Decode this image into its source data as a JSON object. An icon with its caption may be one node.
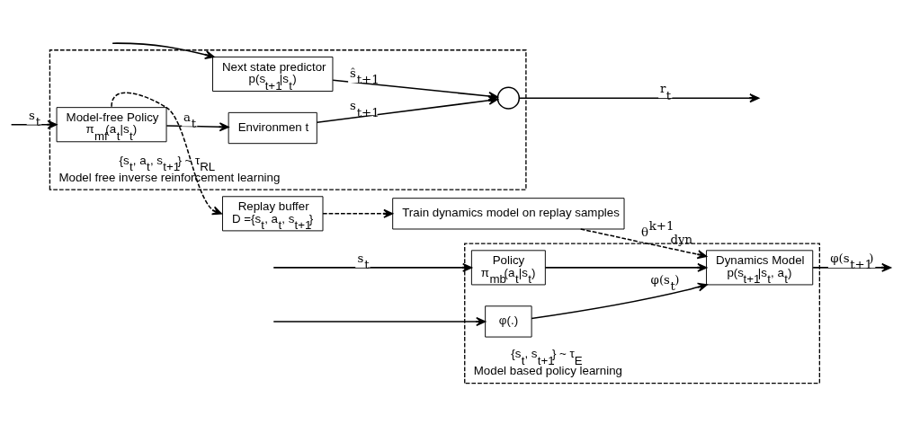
{
  "diagram": {
    "nodes": [
      {
        "text": [
          "{s$_{t}$, a$_{t}$, s$_{t+1}$} ~ τ$_{RL}$",
          "Model free inverse reinforcement learning"
        ]
      },
      {
        "text": [
          "Model-free Policy",
          "π$_{mf}$(a$_{t}$|s$_{t}$)"
        ],
        "in": 0
      },
      {
        "text": [
          "Environmen t"
        ],
        "in": 0
      },
      {
        "text": [
          "Next state predictor",
          "p(s$_{t+1}$|s$_{t}$)"
        ],
        "in": 0
      },
      {
        "text": [],
        "shape": "circle",
        "in": 0
      },
      {
        "text": [
          "Replay buffer",
          "D ={s$_{t}$, a$_{t}$, s$_{t+1}$}"
        ]
      },
      {
        "text": [
          "Train dynamics model on replay samples"
        ]
      },
      {
        "text": [
          "{s$_{t}$, s$_{t+1}$} ~ τ$_{E}$",
          "Model based policy learning"
        ]
      },
      {
        "text": [
          "Policy",
          "π$_{mb}$(a$_{t}$|s$_{t}$)"
        ],
        "in": 7
      },
      {
        "text": [
          "φ(.)"
        ],
        "in": 7
      },
      {
        "text": [
          "Dynamics Model",
          "p(s$_{t+1}$|s$_{t}$, a$_{t}$)"
        ],
        "in": 7
      }
    ],
    "edges": [
      {
        "from": null,
        "to": 1,
        "arrow": "to",
        "label": "s$_{t}$"
      },
      {
        "from": null,
        "to": 3,
        "arrow": "to"
      },
      {
        "from": 1,
        "to": 2,
        "arrow": "to",
        "label": "a$_{t}$"
      },
      {
        "from": 2,
        "to": 4,
        "arrow": "to",
        "label": "s$_{t+1}$"
      },
      {
        "from": 3,
        "to": 4,
        "arrow": "to",
        "label": "ŝ$_{t+1}$"
      },
      {
        "from": 4,
        "to": null,
        "arrow": "to",
        "label": "r$_{t}$"
      },
      {
        "from": 1,
        "to": 5,
        "arrow": "to",
        "style": "dashed"
      },
      {
        "from": 5,
        "to": 6,
        "arrow": "to",
        "style": "dashed"
      },
      {
        "from": 6,
        "to": 10,
        "arrow": "to",
        "style": "dashed",
        "label": "θ$^{k+1}$$_{dyn}$"
      },
      {
        "from": null,
        "to": 8,
        "arrow": "to",
        "label": "s$_{t}$"
      },
      {
        "from": null,
        "to": 9,
        "arrow": "to"
      },
      {
        "from": 8,
        "to": 10,
        "arrow": "to"
      },
      {
        "from": 9,
        "to": 10,
        "arrow": "to",
        "label": "φ(s$_{t}$)"
      },
      {
        "from": 10,
        "to": null,
        "arrow": "to",
        "label": "φ(s$_{t+1}$)"
      }
    ]
  }
}
